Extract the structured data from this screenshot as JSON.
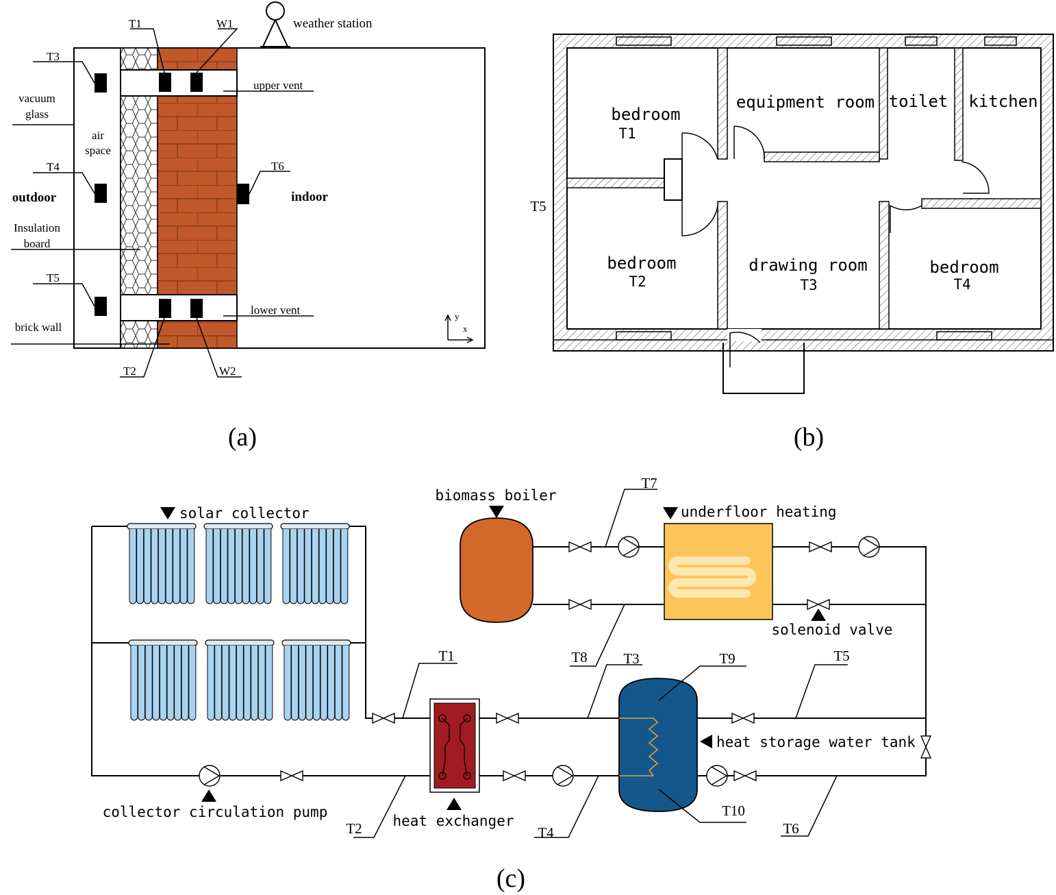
{
  "panel_a": {
    "caption": "(a)",
    "weather_station": "weather station",
    "outdoor": "outdoor",
    "indoor": "indoor",
    "vacuum_glass": [
      "vacuum",
      "glass"
    ],
    "air_space": [
      "air",
      "space"
    ],
    "insulation_board": [
      "Insulation",
      "board"
    ],
    "brick_wall": "brick wall",
    "upper_vent": "upper vent",
    "lower_vent": "lower vent",
    "sensors": [
      "T1",
      "W1",
      "T3",
      "T4",
      "T5",
      "T6",
      "T2",
      "W2"
    ],
    "axis_y": "y",
    "axis_x": "x",
    "colors": {
      "brick": "#c0582a",
      "sensor": "#000000"
    }
  },
  "panel_b": {
    "caption": "(b)",
    "outdoor_sensor": "T5",
    "rooms": [
      {
        "name": "bedroom",
        "sensor": "T1"
      },
      {
        "name": "equipment room",
        "sensor": ""
      },
      {
        "name": "toilet",
        "sensor": ""
      },
      {
        "name": "kitchen",
        "sensor": ""
      },
      {
        "name": "bedroom",
        "sensor": "T2"
      },
      {
        "name": "drawing room",
        "sensor": "T3"
      },
      {
        "name": "bedroom",
        "sensor": "T4"
      }
    ]
  },
  "panel_c": {
    "caption": "(c)",
    "solar_collector": "solar collector",
    "biomass_boiler": "biomass boiler",
    "underfloor_heating": "underfloor heating",
    "solenoid_valve": "solenoid valve",
    "heat_storage_water_tank": "heat storage water tank",
    "heat_exchanger": "heat exchanger",
    "collector_circulation_pump": "collector circulation pump",
    "sensors": [
      "T1",
      "T2",
      "T3",
      "T4",
      "T5",
      "T6",
      "T7",
      "T8",
      "T9",
      "T10"
    ],
    "colors": {
      "boiler": "#d2692a",
      "underfloor": "#fcc55a",
      "tank": "#14578a",
      "exchanger": "#a01c22",
      "collector_tubes": "#a9d3f0"
    }
  }
}
